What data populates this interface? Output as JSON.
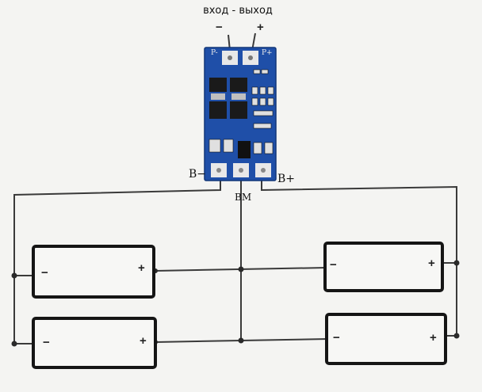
{
  "header": {
    "title": "вход - выход"
  },
  "board": {
    "input_minus": "−",
    "input_plus": "+",
    "pad_p_minus": "P-",
    "pad_p_plus": "P+",
    "label_b_minus": "B−",
    "label_b_mid": "BM",
    "label_b_plus": "B+"
  },
  "cells": {
    "top_left": {
      "minus": "−",
      "plus": "+"
    },
    "bottom_left": {
      "minus": "−",
      "plus": "+"
    },
    "top_right": {
      "minus": "−",
      "plus": "+"
    },
    "bottom_right": {
      "minus": "−",
      "plus": "+"
    }
  },
  "colors": {
    "board": "#1f4fa8",
    "wire": "#3a3a3a",
    "cell_border": "#151515",
    "pad": "#e8e8e8"
  }
}
